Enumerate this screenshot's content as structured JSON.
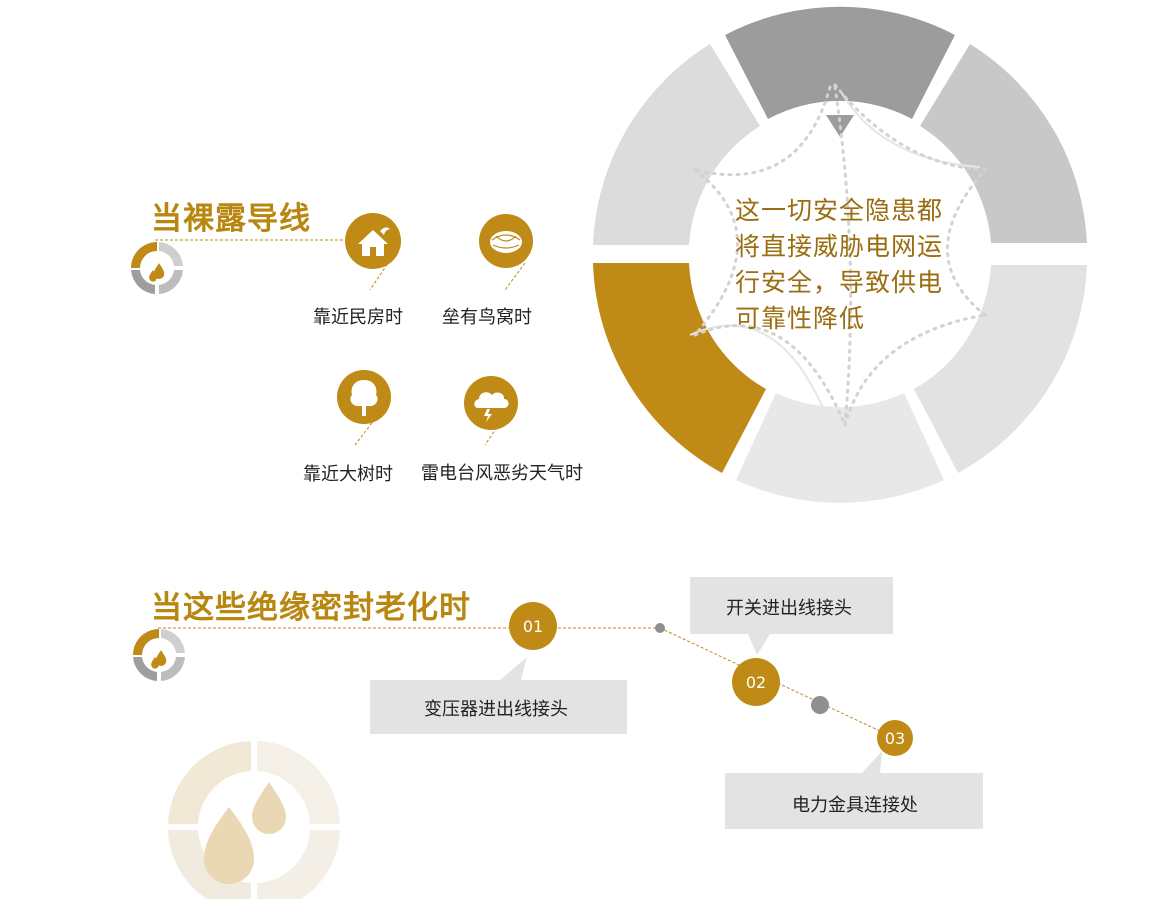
{
  "section1": {
    "title": "当裸露导线",
    "items": [
      {
        "label": "靠近民房时",
        "icon": "house-icon"
      },
      {
        "label": "垒有鸟窝时",
        "icon": "nest-icon"
      },
      {
        "label": "靠近大树时",
        "icon": "tree-icon"
      },
      {
        "label": "雷电台风恶劣天气时",
        "icon": "thunderstorm-icon"
      }
    ]
  },
  "ring": {
    "text_lines": [
      "这一切安全隐患都",
      "将直接威胁电网运",
      "行安全，导致供电",
      "可靠性降低"
    ]
  },
  "section2": {
    "title": "当这些绝缘密封老化时",
    "steps": [
      {
        "number": "01",
        "label": "变压器进出线接头"
      },
      {
        "number": "02",
        "label": "开关进出线接头"
      },
      {
        "number": "03",
        "label": "电力金具连接处"
      }
    ]
  },
  "colors": {
    "gold": "#b8870f",
    "gold_dark": "#9a6d10",
    "gray_light": "#e2e2e2",
    "gray_mid": "#c8c8c8",
    "gray_dark": "#9c9c9c",
    "callout_gray": "#e3e3e3",
    "cream": "#f3ecdf"
  }
}
